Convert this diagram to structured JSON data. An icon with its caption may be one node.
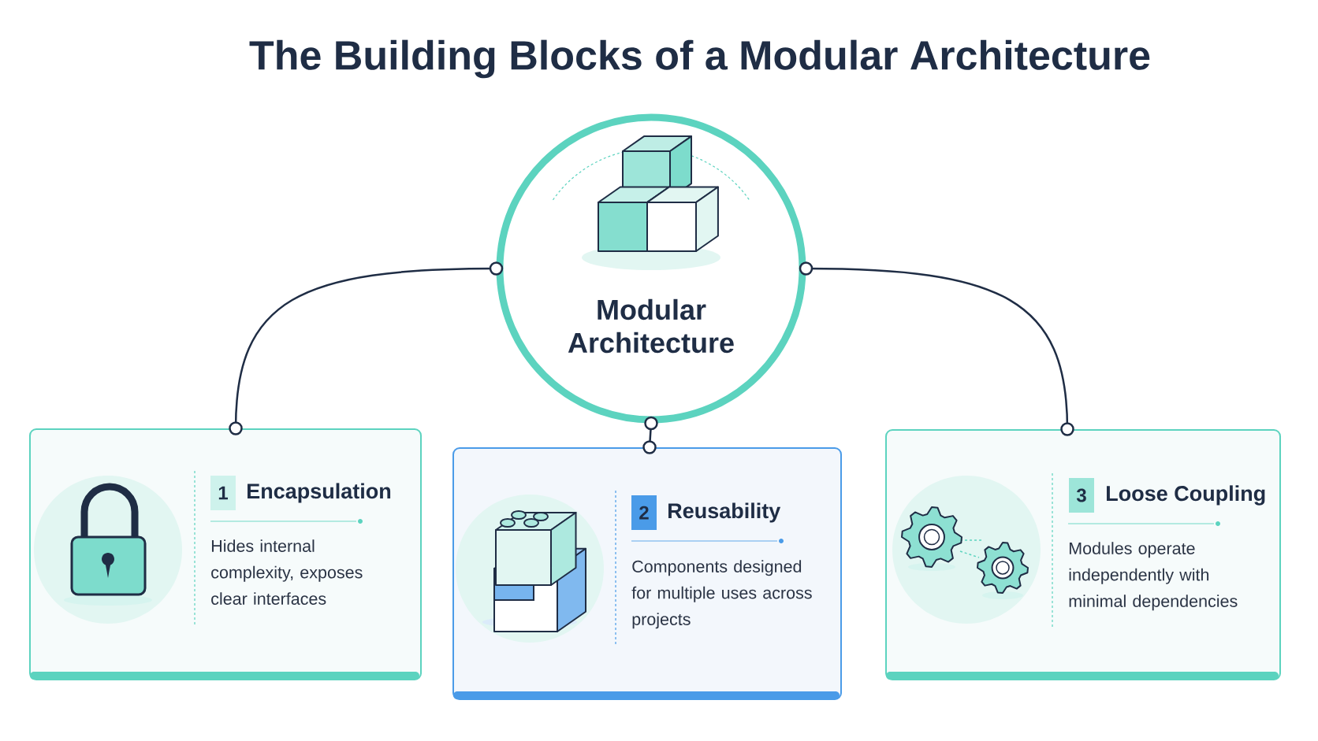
{
  "diagram": {
    "title": "The Building Blocks of a Modular Architecture",
    "nodes": [
      {
        "text": [
          "Modular Architecture"
        ]
      },
      {
        "text": [
          "1",
          "Encapsulation",
          "Hides internal complexity, exposes clear interfaces"
        ]
      },
      {
        "text": [
          "2",
          "Reusability",
          "Components designed for multiple uses across projects"
        ]
      },
      {
        "text": [
          "3",
          "Loose Coupling",
          "Modules operate independently with minimal dependencies"
        ]
      }
    ],
    "edges": [
      {
        "from": 0,
        "to": 1,
        "arrow": "other"
      },
      {
        "from": 0,
        "to": 2,
        "arrow": "other"
      },
      {
        "from": 0,
        "to": 3,
        "arrow": "other"
      }
    ]
  }
}
